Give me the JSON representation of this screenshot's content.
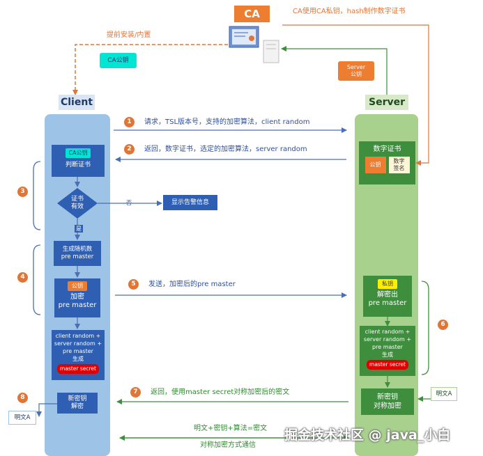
{
  "ca": {
    "title": "CA",
    "sign_note": "CA使用CA私钥，hash制作数字证书",
    "preinstall_note": "提前安装/内置",
    "ca_pubkey": "CA公钥"
  },
  "client": {
    "title": "Client",
    "verify_box_key": "CA公钥",
    "verify_box_label": "判断证书",
    "decision_label": "证书\n有效",
    "no_label": "否",
    "yes_label": "是",
    "warning_box": "显示告警信息",
    "gen_random": "生成随机数\npre master",
    "pubkey_badge": "公钥",
    "encrypt_label": "加密\npre master",
    "gen_master": "client random +\nserver random +\npre master\n生成",
    "master_secret": "master secret",
    "new_key_decrypt": "新密钥\n解密",
    "plaintext_a": "明文A"
  },
  "server": {
    "title": "Server",
    "server_pubkey": "Server\n公钥",
    "cert_title": "数字证书",
    "cert_pubkey": "公钥",
    "cert_signature": "数字\n签名",
    "privkey_badge": "私钥",
    "decrypt_label": "解密出\npre master",
    "gen_master": "client random +\nserver random +\npre master\n生成",
    "master_secret": "master secret",
    "new_key_encrypt": "新密钥\n对称加密",
    "plaintext_a": "明文A"
  },
  "steps": [
    {
      "num": "1",
      "text": "请求，TSL版本号，支持的加密算法，client random"
    },
    {
      "num": "2",
      "text": "返回，数字证书，选定的加密算法，server random"
    },
    {
      "num": "3",
      "text": ""
    },
    {
      "num": "4",
      "text": ""
    },
    {
      "num": "5",
      "text": "发送，加密后的pre master"
    },
    {
      "num": "6",
      "text": ""
    },
    {
      "num": "7",
      "text": "返回，使用master secret对称加密后的密文"
    },
    {
      "num": "8",
      "text": ""
    }
  ],
  "final": {
    "line1": "明文+密钥+算法=密文",
    "line2": "对称加密方式通信"
  },
  "watermark": "掘金技术社区 @ java_小白",
  "colors": {
    "blue": "#2e5fb3",
    "green": "#3e8e3e",
    "orange": "#e07535",
    "red": "#e00000",
    "cyan": "#00e5d4",
    "yellow": "#ffee00"
  }
}
